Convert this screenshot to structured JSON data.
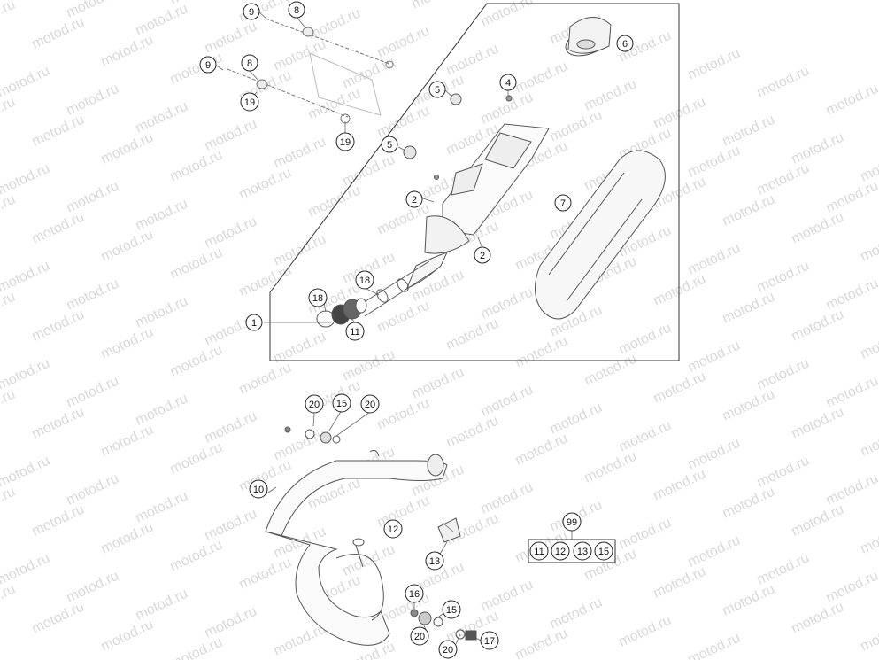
{
  "watermark": "motod.ru",
  "callouts": [
    {
      "id": "c-9a",
      "label": "9"
    },
    {
      "id": "c-8a",
      "label": "8"
    },
    {
      "id": "c-9b",
      "label": "9"
    },
    {
      "id": "c-8b",
      "label": "8"
    },
    {
      "id": "c-19a",
      "label": "19"
    },
    {
      "id": "c-19b",
      "label": "19"
    },
    {
      "id": "c-6",
      "label": "6"
    },
    {
      "id": "c-4",
      "label": "4"
    },
    {
      "id": "c-5a",
      "label": "5"
    },
    {
      "id": "c-5b",
      "label": "5"
    },
    {
      "id": "c-2a",
      "label": "2"
    },
    {
      "id": "c-2b",
      "label": "2"
    },
    {
      "id": "c-7",
      "label": "7"
    },
    {
      "id": "c-18a",
      "label": "18"
    },
    {
      "id": "c-18b",
      "label": "18"
    },
    {
      "id": "c-11a",
      "label": "11"
    },
    {
      "id": "c-1",
      "label": "1"
    },
    {
      "id": "c-20a",
      "label": "20"
    },
    {
      "id": "c-15a",
      "label": "15"
    },
    {
      "id": "c-20b",
      "label": "20"
    },
    {
      "id": "c-10",
      "label": "10"
    },
    {
      "id": "c-12",
      "label": "12"
    },
    {
      "id": "c-13a",
      "label": "13"
    },
    {
      "id": "c-16",
      "label": "16"
    },
    {
      "id": "c-15b",
      "label": "15"
    },
    {
      "id": "c-20c",
      "label": "20"
    },
    {
      "id": "c-17",
      "label": "17"
    },
    {
      "id": "c-20d",
      "label": "20"
    },
    {
      "id": "c-99",
      "label": "99"
    }
  ],
  "kit_99_contents": [
    "11",
    "12",
    "13",
    "15"
  ]
}
